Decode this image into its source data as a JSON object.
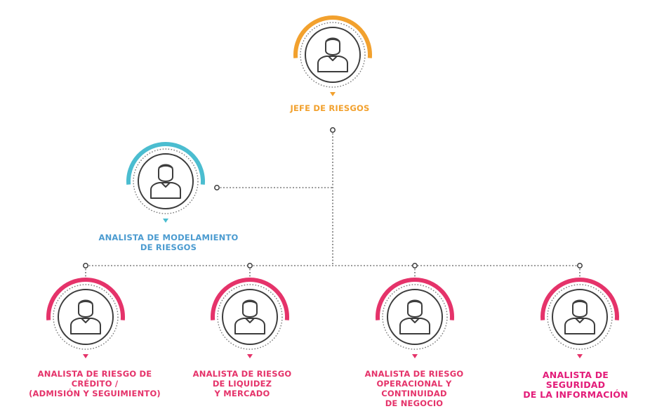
{
  "colors": {
    "orange": "#f2a12e",
    "teal": "#4bbdd0",
    "crimson": "#e5336a",
    "blue_text": "#4b9bd0",
    "magenta_text": "#e31c79",
    "gray": "#7a7a7a",
    "dark": "#3d3d3d"
  },
  "icons": {
    "person": "person-icon"
  },
  "nodes": {
    "jefe": {
      "label_lines": [
        "JEFE DE RIESGOS"
      ]
    },
    "modelamiento": {
      "label_lines": [
        "ANALISTA DE MODELAMIENTO",
        "DE RIESGOS"
      ]
    },
    "credito": {
      "label_lines": [
        "ANALISTA DE RIESGO DE",
        "CRÉDITO /",
        "(ADMISIÓN Y SEGUIMIENTO)"
      ]
    },
    "liquidez": {
      "label_lines": [
        "ANALISTA DE RIESGO",
        "DE LIQUIDEZ",
        "Y MERCADO"
      ]
    },
    "operacional": {
      "label_lines": [
        "ANALISTA DE RIESGO",
        "OPERACIONAL Y",
        "CONTINUIDAD",
        "DE NEGOCIO"
      ]
    },
    "seguridad": {
      "label_lines": [
        "ANALISTA DE",
        "SEGURIDAD",
        "DE LA INFORMACIÓN"
      ]
    }
  }
}
